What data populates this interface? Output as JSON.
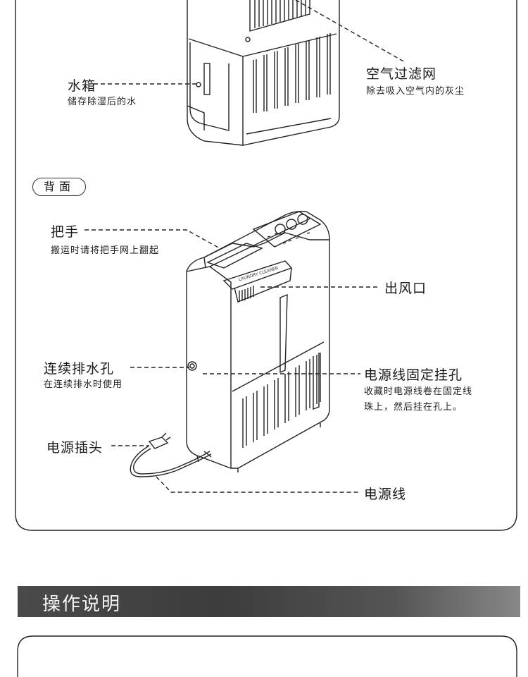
{
  "front_labels": {
    "water_tank": {
      "title": "水箱",
      "desc": "储存除湿后的水"
    },
    "air_filter": {
      "title": "空气过滤网",
      "desc": "除去吸入空气内的灰尘"
    }
  },
  "back_section": {
    "badge": "背面",
    "handle": {
      "title": "把手",
      "desc": "搬运时请将把手网上翻起"
    },
    "air_outlet": {
      "title": "出风口"
    },
    "drain_hole": {
      "title": "连续排水孔",
      "desc": "在连续排水时使用"
    },
    "cord_hook": {
      "title": "电源线固定挂孔",
      "desc_line1": "收藏时电源线卷在固定线",
      "desc_line2": "珠上，然后挂在孔上。"
    },
    "plug": {
      "title": "电源插头"
    },
    "cord": {
      "title": "电源线"
    },
    "product_logo": "LAUNDRY CLEANER"
  },
  "operation_section": {
    "title": "操作说明"
  },
  "colors": {
    "line": "#222222",
    "section_bar": "#444444",
    "section_text": "#f4f4f4"
  }
}
